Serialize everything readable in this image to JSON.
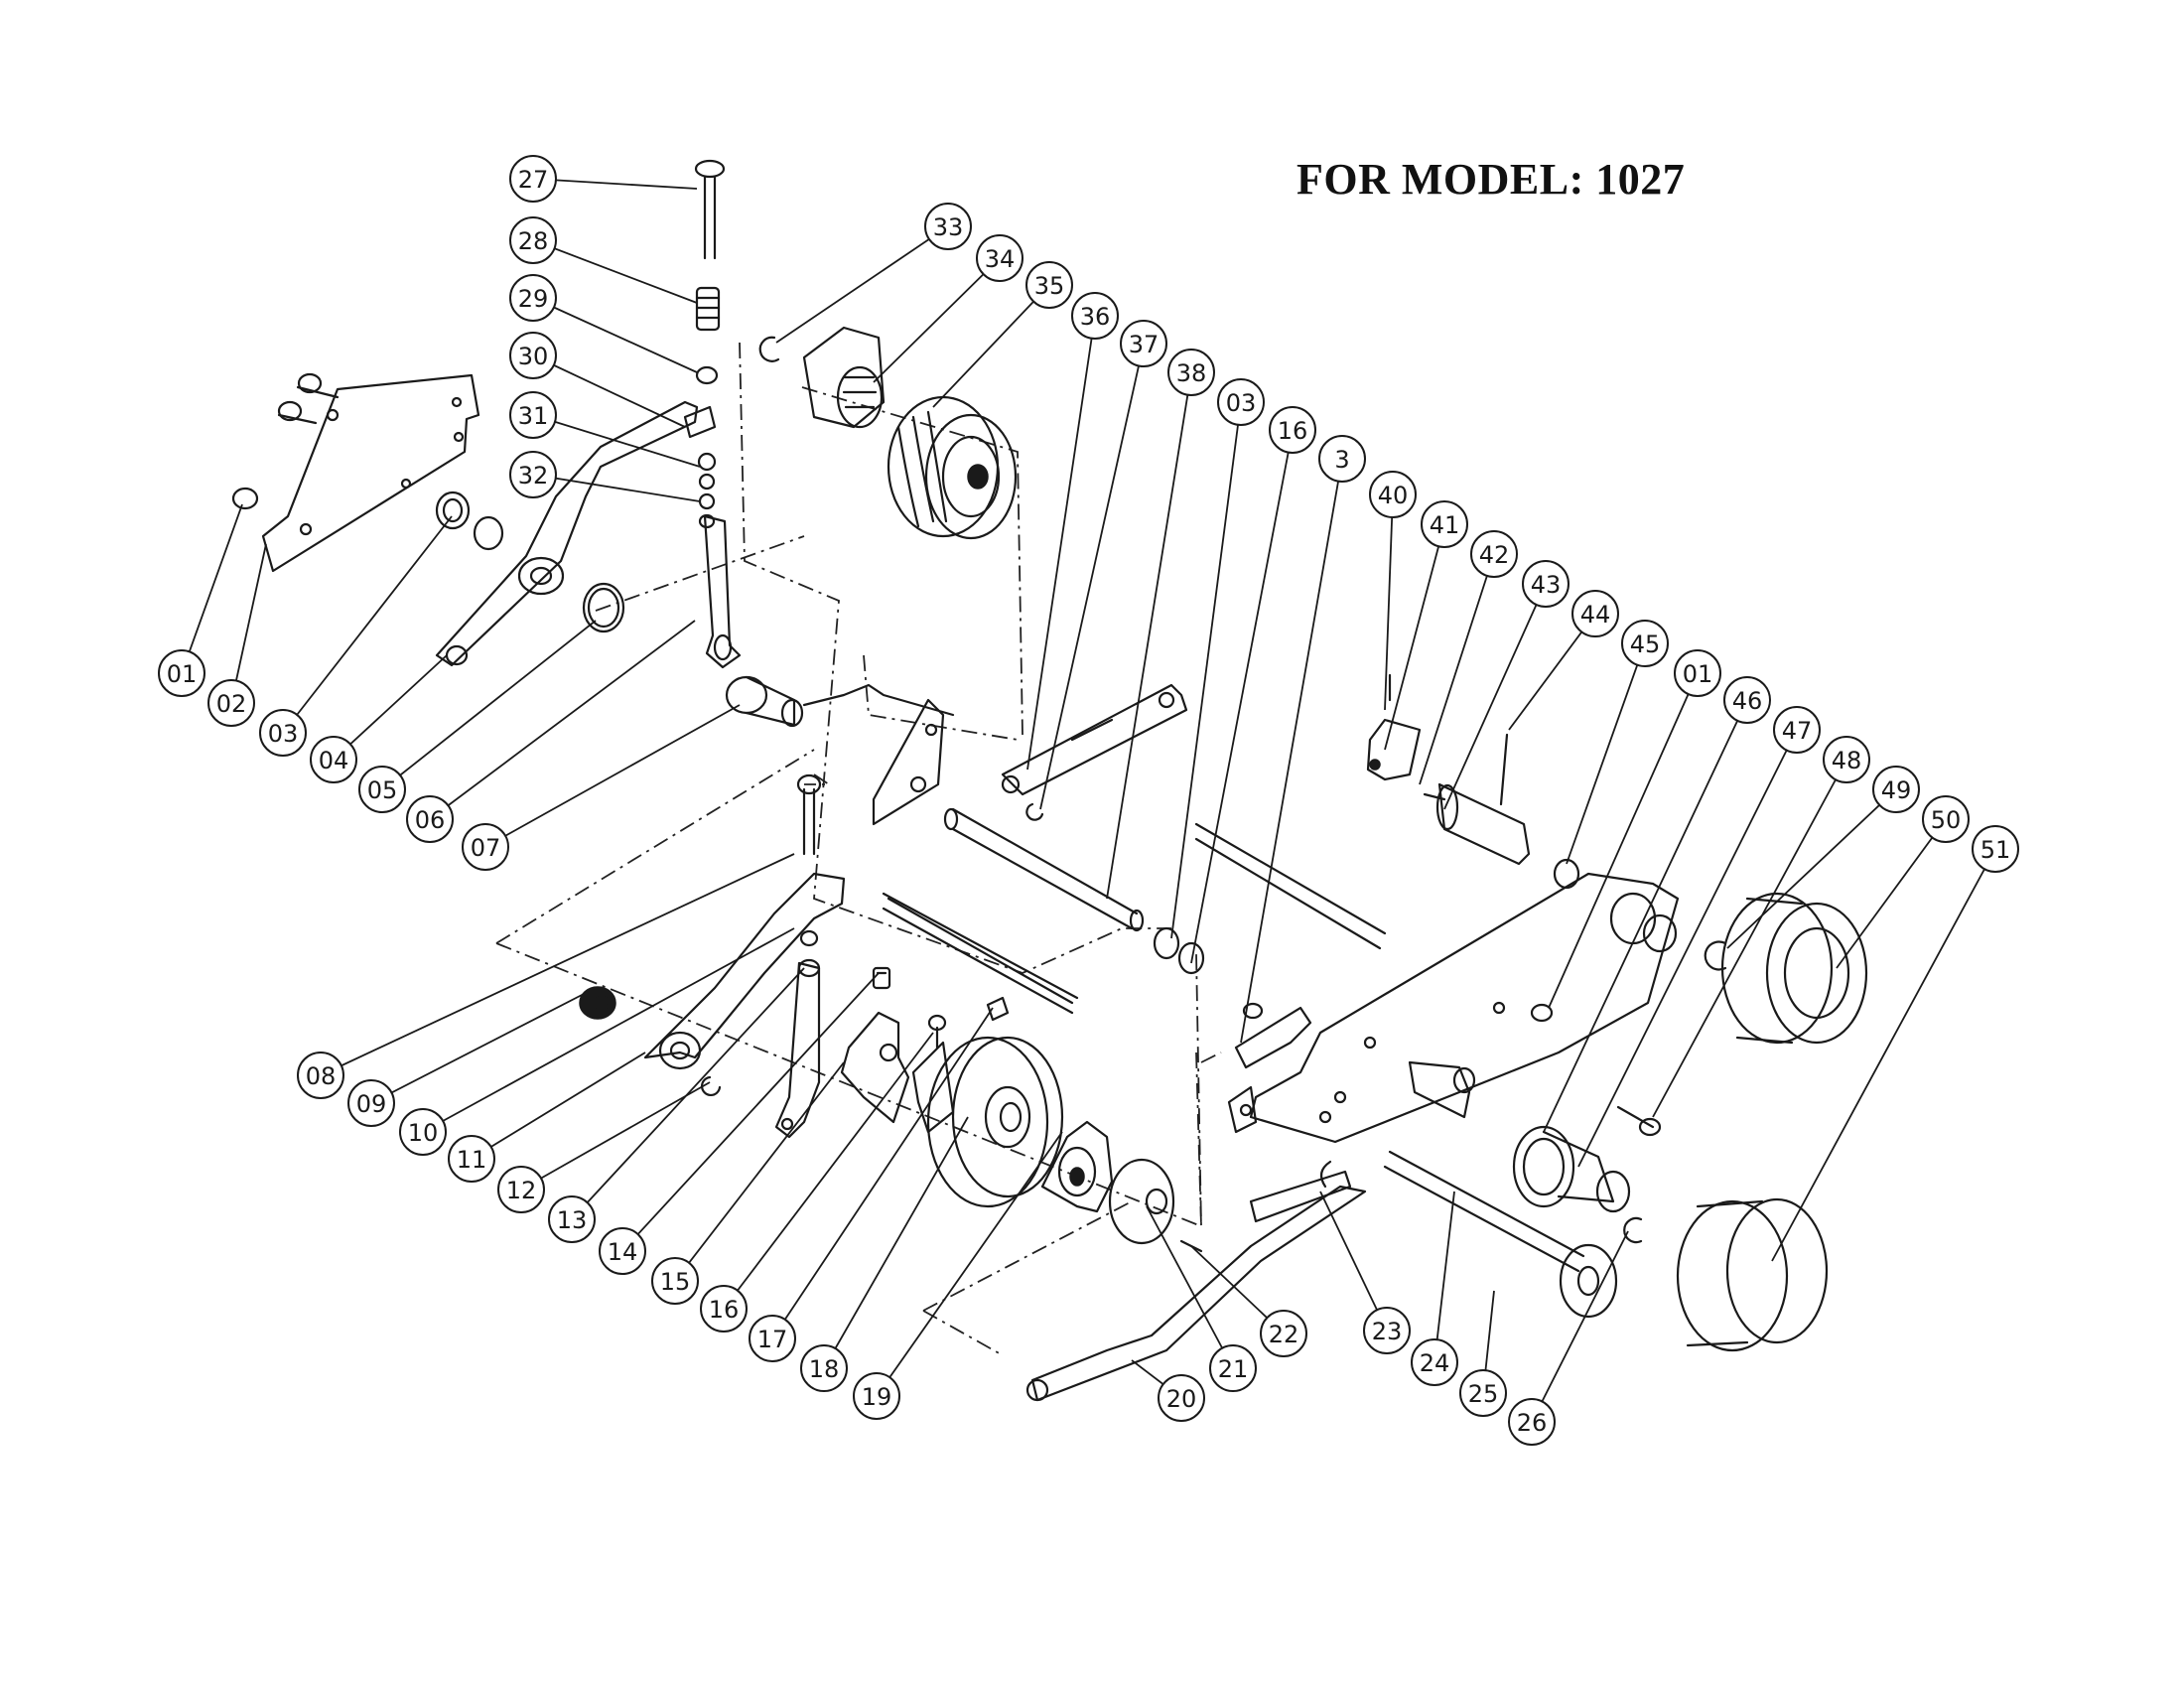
{
  "title": "FOR MODEL:  1027",
  "callouts": [
    "01",
    "02",
    "03",
    "04",
    "05",
    "06",
    "07",
    "08",
    "09",
    "10",
    "11",
    "12",
    "13",
    "14",
    "15",
    "16",
    "17",
    "18",
    "19",
    "20",
    "21",
    "22",
    "23",
    "24",
    "25",
    "26",
    "27",
    "28",
    "29",
    "30",
    "31",
    "32",
    "33",
    "34",
    "35",
    "36",
    "37",
    "38",
    "03",
    "16",
    "3",
    "40",
    "41",
    "42",
    "43",
    "44",
    "45",
    "01",
    "46",
    "47",
    "48",
    "49",
    "50",
    "51"
  ]
}
